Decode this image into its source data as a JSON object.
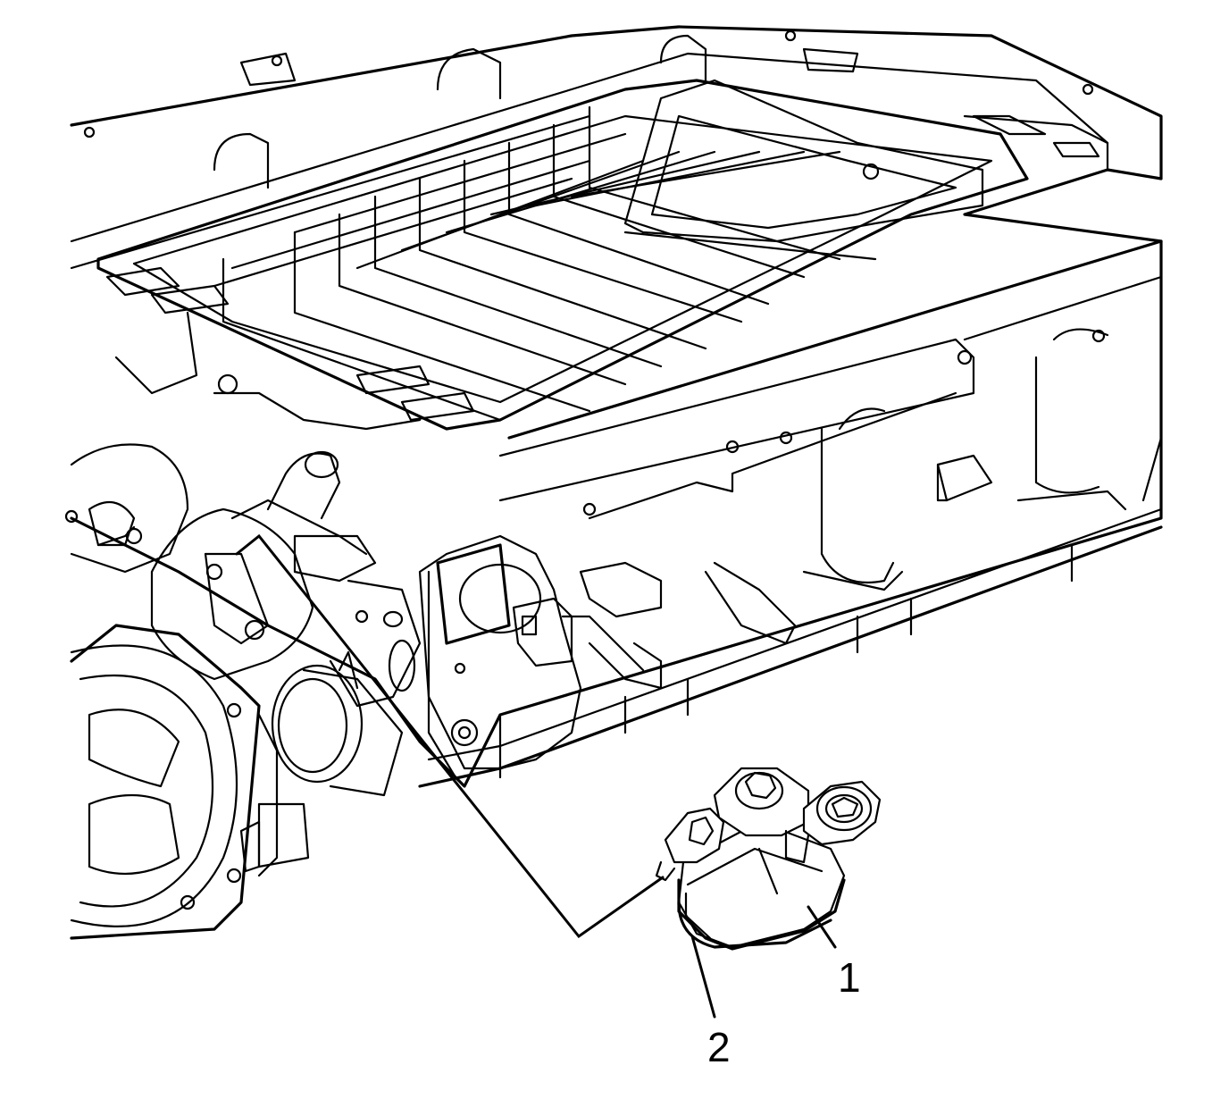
{
  "callouts": [
    {
      "id": "1",
      "label": "1"
    },
    {
      "id": "2",
      "label": "2"
    }
  ],
  "colors": {
    "line": "#000000",
    "background": "#ffffff"
  },
  "icons": [
    "intake-manifold-illustration",
    "throttle-body-illustration",
    "sensor-component-illustration"
  ]
}
